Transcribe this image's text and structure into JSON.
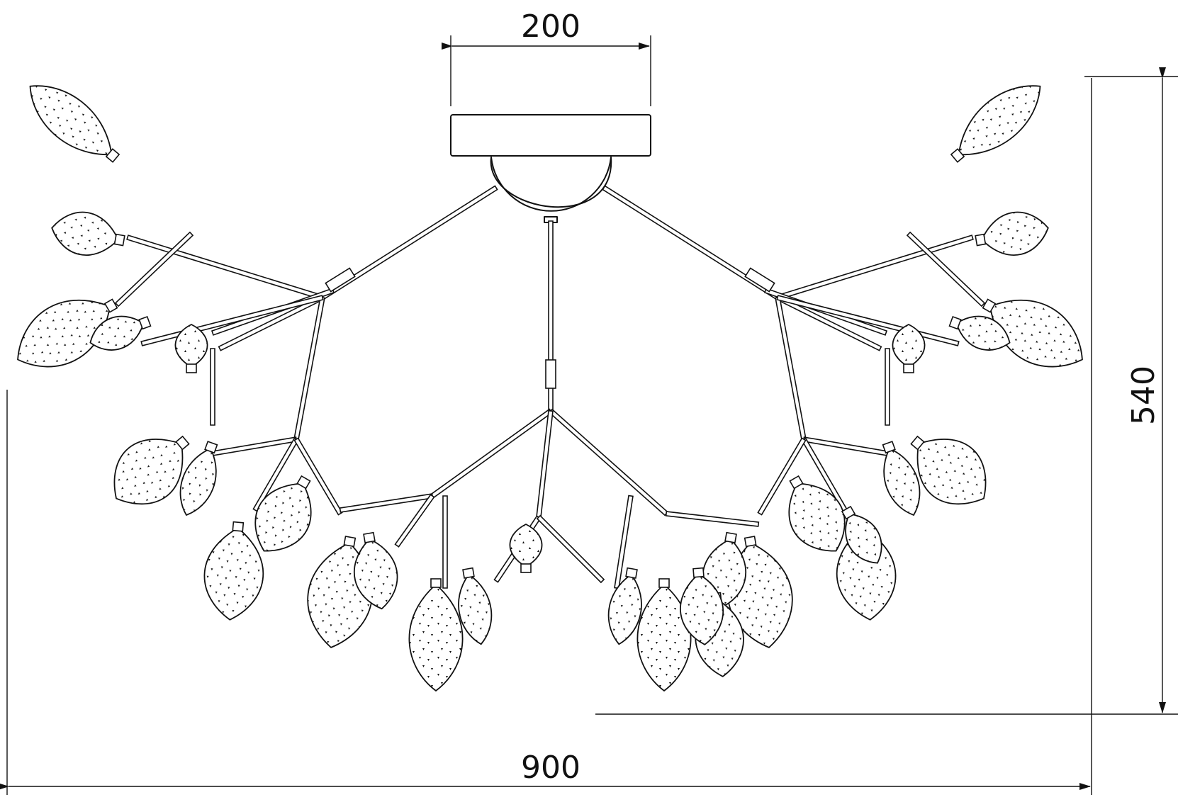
{
  "dimensions": {
    "canopy_width": "200",
    "overall_width": "900",
    "overall_height": "540"
  }
}
